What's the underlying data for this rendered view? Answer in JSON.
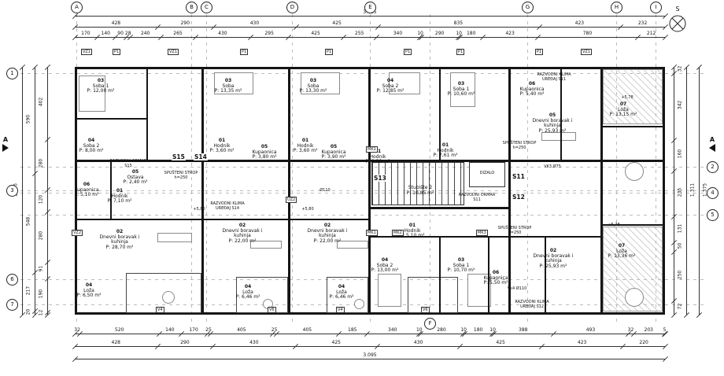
{
  "grid": {
    "top": [
      "A",
      "B",
      "C",
      "D",
      "E",
      "G",
      "H",
      "I"
    ],
    "bottom": [
      "F"
    ],
    "left": [
      "1",
      "3",
      "6",
      "7"
    ],
    "right": [
      "2",
      "4",
      "5"
    ],
    "north_label": "S",
    "section_label": "A"
  },
  "dims": {
    "top_total": "3.095",
    "top_row2": [
      "428",
      "290",
      "430",
      "425",
      "835",
      "423",
      "232"
    ],
    "top_row3": [
      "170",
      "140",
      "90",
      "28",
      "240",
      "265",
      "430",
      "295",
      "425",
      "255",
      "340",
      "10",
      "290",
      "10",
      "180",
      "423",
      "780",
      "212"
    ],
    "bottom_row1": [
      "32",
      "520",
      "140",
      "170",
      "25",
      "405",
      "25",
      "405",
      "185",
      "340",
      "10",
      "280",
      "10",
      "180",
      "10",
      "388",
      "493",
      "32",
      "203",
      "5"
    ],
    "bottom_row2": [
      "428",
      "290",
      "430",
      "425",
      "430",
      "425",
      "423",
      "220"
    ],
    "bottom_total": "3.095",
    "left_outer": [
      "590",
      "548",
      "217",
      "20"
    ],
    "left_inner": [
      "402",
      "280",
      "120",
      "280",
      "91",
      "190",
      "12"
    ],
    "left_total": "1.375",
    "right_inner": [
      "32",
      "342",
      "160",
      "235",
      "131",
      "50",
      "250",
      "72"
    ],
    "right_mid_total": "1.311",
    "right_total": "1.375"
  },
  "unit_labels": [
    "S15",
    "S14",
    "S13",
    "S11",
    "S12"
  ],
  "rooms": [
    {
      "num": "03",
      "name": "Soba 1",
      "area": "P: 12,00 m²"
    },
    {
      "num": "04",
      "name": "Soba 2",
      "area": "P: 8,00 m²"
    },
    {
      "num": "06",
      "name": "Kupaonica",
      "area": "P: 5,10 m²"
    },
    {
      "num": "01",
      "name": "Hodnik",
      "area": "P: 7,10 m²"
    },
    {
      "num": "05",
      "name": "Ostava",
      "area": "P: 2,40 m²"
    },
    {
      "num": "02",
      "name": "Dnevni boravak i kuhinja",
      "area": "P: 28,70 m²"
    },
    {
      "num": "04",
      "name": "Loža",
      "area": "P: 6,50 m²"
    },
    {
      "num": "03",
      "name": "Soba",
      "area": "P: 13,35 m²"
    },
    {
      "num": "01",
      "name": "Hodnik",
      "area": "P: 3,60 m²"
    },
    {
      "num": "05",
      "name": "Kupaonica",
      "area": "P: 3,80 m²"
    },
    {
      "num": "02",
      "name": "Dnevni boravak i kuhinja",
      "area": "P: 22,00 m²"
    },
    {
      "num": "04",
      "name": "Loža",
      "area": "P: 6,46 m²"
    },
    {
      "num": "03",
      "name": "Soba",
      "area": "P: 13,30 m²"
    },
    {
      "num": "01",
      "name": "Hodnik",
      "area": "P: 3,60 m²"
    },
    {
      "num": "05",
      "name": "Kupaonica",
      "area": "P: 3,90 m²"
    },
    {
      "num": "02",
      "name": "Dnevni boravak i kuhinja",
      "area": "P: 22,00 m²"
    },
    {
      "num": "04",
      "name": "Loža",
      "area": "P: 6,46 m²"
    },
    {
      "num": "04",
      "name": "Soba 2",
      "area": "P: 12,85 m²"
    },
    {
      "num": "01",
      "name": "Hodnik",
      "area": "P: 2,20 m²"
    },
    {
      "num": "03",
      "name": "Soba 1",
      "area": "P: 10,60 m²"
    },
    {
      "num": "06",
      "name": "Kupaonica",
      "area": "P: 5,40 m²"
    },
    {
      "num": "01",
      "name": "Hodnik",
      "area": "P: 7,61 m²"
    },
    {
      "num": "05",
      "name": "Dnevni boravak i kuhinja",
      "area": "P: 25,93 m²"
    },
    {
      "num": "07",
      "name": "Loža",
      "area": "P: 13,15 m²"
    },
    {
      "num": "",
      "name": "Stubište 2",
      "area": "P: 10,85 m²"
    },
    {
      "num": "04",
      "name": "Soba 2",
      "area": "P: 13,00 m²"
    },
    {
      "num": "03",
      "name": "Soba 1",
      "area": "P: 10,70 m²"
    },
    {
      "num": "06",
      "name": "Kupaonica",
      "area": "P: 5,50 m²"
    },
    {
      "num": "01",
      "name": "Hodnik",
      "area": "P: 5,10 m²"
    },
    {
      "num": "02",
      "name": "Dnevni boravak i kuhinja",
      "area": "P: 25,93 m²"
    },
    {
      "num": "07",
      "name": "Loža",
      "area": "P: 13,36 m²"
    }
  ],
  "annotations": [
    "RAZVODNI ORMAR S15",
    "RAZVODNI ORMAR S11",
    "RAZVODNI KLIMA UREĐAJ S11",
    "RAZVODNI KLIMA UREĐAJ S14",
    "RAZVODNI KLIMA UREĐAJ S12",
    "SPUŠTENI STROP h=250",
    "SPUŠTENI STROP h=250",
    "SPUŠTENI STROP h=250",
    "+5,80",
    "+5,80",
    "+5,78",
    "+5,78",
    "VK3 Ø75",
    "Vk4 Ø110",
    "Ø110",
    "DIZALO"
  ],
  "tags": [
    "VZ1",
    "P1",
    "VZ1",
    "P1",
    "P1",
    "P1",
    "P1",
    "P1",
    "VZ1",
    "MK1",
    "MK2",
    "MK1",
    "UZ2",
    "V4",
    "V6",
    "V4",
    "V6",
    "MK3",
    "VZ2"
  ]
}
